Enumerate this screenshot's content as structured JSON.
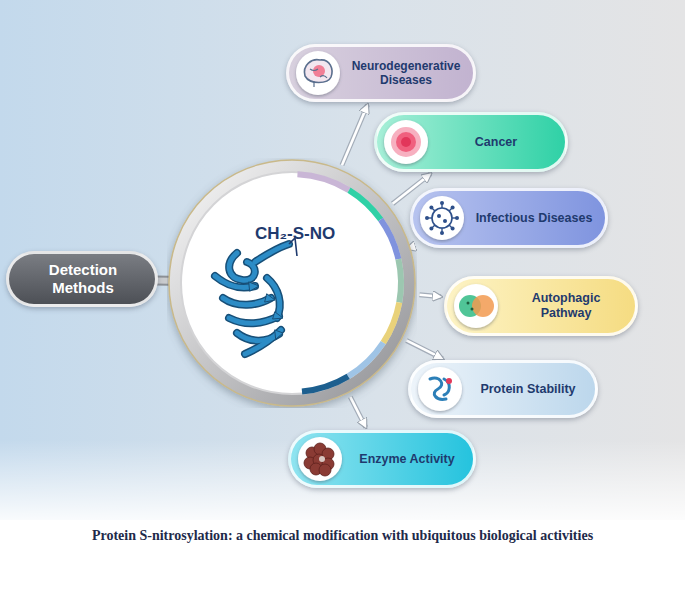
{
  "diagram": {
    "caption": "Protein S-nitrosylation: a chemical modification with ubiquitous biological activities",
    "nodes": [
      {
        "text": [
          "CH₂-S-NO"
        ]
      },
      {
        "text": [
          "Detection Methods"
        ]
      },
      {
        "text": [
          "Neurodegenerative Diseases"
        ]
      },
      {
        "text": [
          "Cancer"
        ]
      },
      {
        "text": [
          "Infectious Diseases"
        ]
      },
      {
        "text": [
          "Autophagic Pathway"
        ]
      },
      {
        "text": [
          "Protein Stability"
        ]
      },
      {
        "text": [
          "Enzyme Activity"
        ]
      }
    ],
    "edges": [
      {
        "from": 1,
        "to": 0,
        "arrow": "none"
      },
      {
        "from": 0,
        "to": 2,
        "arrow": "to"
      },
      {
        "from": 0,
        "to": 3,
        "arrow": "to"
      },
      {
        "from": 0,
        "to": 4,
        "arrow": "to"
      },
      {
        "from": 0,
        "to": 5,
        "arrow": "to"
      },
      {
        "from": 0,
        "to": 6,
        "arrow": "to"
      },
      {
        "from": 0,
        "to": 7,
        "arrow": "to"
      }
    ]
  }
}
